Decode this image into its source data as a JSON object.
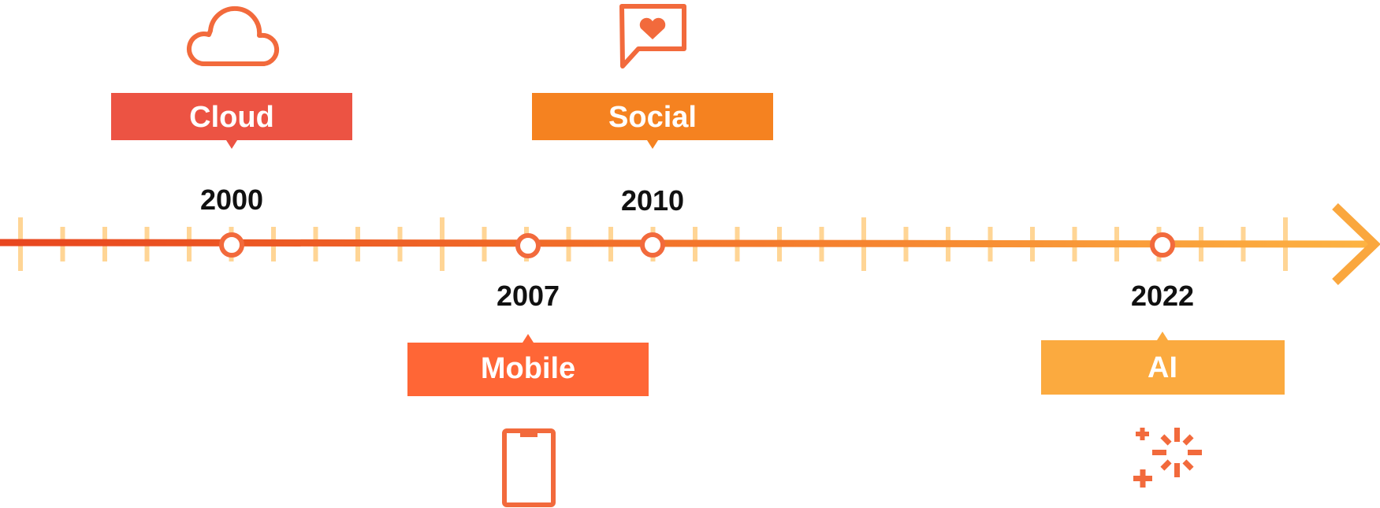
{
  "timeline": {
    "events": [
      {
        "year": "2000",
        "label": "Cloud",
        "icon": "cloud-icon",
        "color": "#EC5343",
        "position": "above"
      },
      {
        "year": "2007",
        "label": "Mobile",
        "icon": "smartphone-icon",
        "color": "#FF6636",
        "position": "below"
      },
      {
        "year": "2010",
        "label": "Social",
        "icon": "chat-heart-icon",
        "color": "#F58220",
        "position": "above"
      },
      {
        "year": "2022",
        "label": "AI",
        "icon": "sparkle-plus-icon",
        "color": "#FBAA3F",
        "position": "below"
      }
    ],
    "colors": {
      "line_start": "#E8461F",
      "line_end": "#FDB443",
      "tick": "#FFD595",
      "icon": "#F26A3C",
      "node_stroke": "#F26A3C",
      "node_fill": "#FFFFFF",
      "year_text": "#111111"
    }
  }
}
